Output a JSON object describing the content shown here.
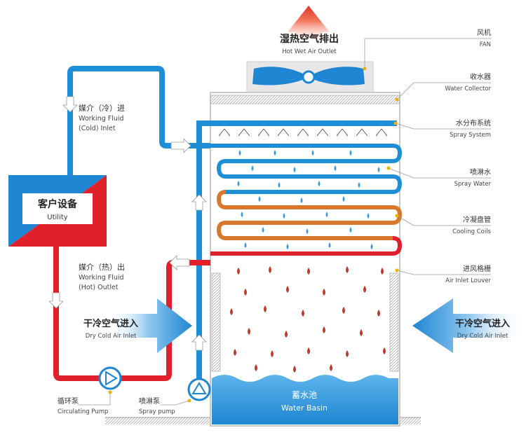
{
  "outlet": {
    "zh": "湿热空气排出",
    "en": "Hot Wet Air Outlet"
  },
  "utility": {
    "zh": "客户设备",
    "en": "Utility"
  },
  "cold_inlet": {
    "zh": "媒介（冷）进",
    "en_line1": "Working Fluid",
    "en_line2": "(Cold) Inlet"
  },
  "hot_outlet": {
    "zh": "媒介（热）出",
    "en_line1": "Working Fluid",
    "en_line2": "(Hot) Outlet"
  },
  "dry_air_left": {
    "zh": "干冷空气进入",
    "en": "Dry Cold Air Inlet"
  },
  "dry_air_right": {
    "zh": "干冷空气进入",
    "en": "Dry Cold Air Inlet"
  },
  "circ_pump": {
    "zh": "循环泵",
    "en": "Circulating Pump"
  },
  "spray_pump": {
    "zh": "喷淋泵",
    "en": "Spray pump"
  },
  "basin": {
    "zh": "蓄水池",
    "en": "Water Basin"
  },
  "callouts": [
    {
      "zh": "风机",
      "en": "FAN"
    },
    {
      "zh": "收水器",
      "en": "Water Collector"
    },
    {
      "zh": "水分布系统",
      "en": "Spray System"
    },
    {
      "zh": "喷淋水",
      "en": "Spray Water"
    },
    {
      "zh": "冷凝盘管",
      "en": "Cooling Coils"
    },
    {
      "zh": "进风格栅",
      "en": "Air Inlet Louver"
    }
  ],
  "colors": {
    "cold_pipe": "#1e8fd6",
    "hot_pipe": "#e0202a",
    "coil_warm": "#d9782a",
    "water": "#2f9be0",
    "accent_dot": "#e8b400"
  }
}
